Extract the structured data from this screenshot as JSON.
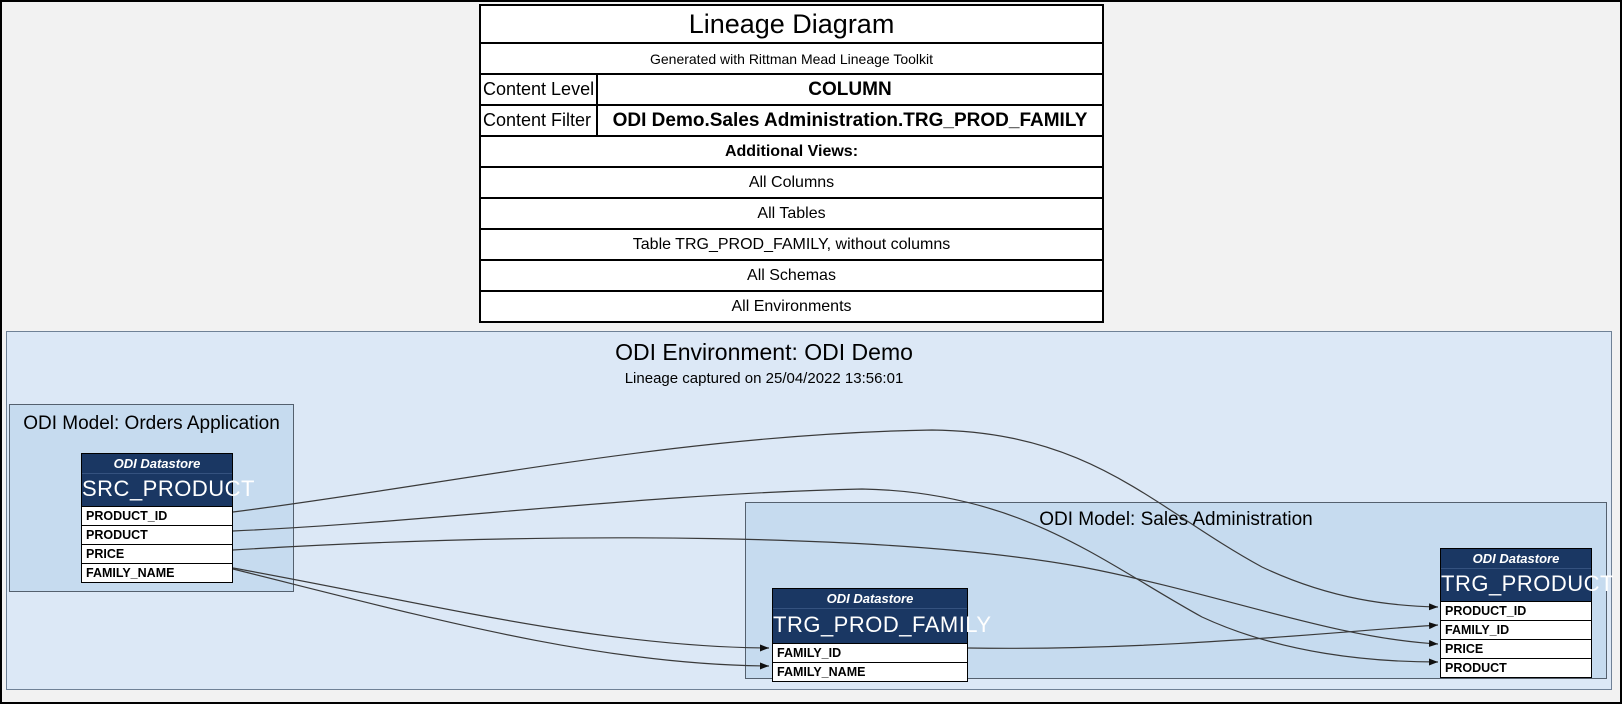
{
  "info_table": {
    "title": "Lineage Diagram",
    "subtitle": "Generated with Rittman Mead Lineage Toolkit",
    "content_level_label": "Content Level",
    "content_level_value": "COLUMN",
    "content_filter_label": "Content Filter",
    "content_filter_value": "ODI Demo.Sales Administration.TRG_PROD_FAMILY",
    "additional_views_label": "Additional Views:",
    "views": [
      "All Columns",
      "All Tables",
      "Table TRG_PROD_FAMILY, without columns",
      "All Schemas",
      "All Environments"
    ]
  },
  "environment": {
    "title": "ODI Environment: ODI Demo",
    "subtitle": "Lineage captured on 25/04/2022 13:56:01",
    "models": [
      {
        "title": "ODI Model: Orders Application",
        "datastores": [
          {
            "type_label": "ODI Datastore",
            "name": "SRC_PRODUCT",
            "columns": [
              "PRODUCT_ID",
              "PRODUCT",
              "PRICE",
              "FAMILY_NAME"
            ]
          }
        ]
      },
      {
        "title": "ODI Model: Sales Administration",
        "datastores": [
          {
            "type_label": "ODI Datastore",
            "name": "TRG_PROD_FAMILY",
            "columns": [
              "FAMILY_ID",
              "FAMILY_NAME"
            ]
          },
          {
            "type_label": "ODI Datastore",
            "name": "TRG_PRODUCT",
            "columns": [
              "PRODUCT_ID",
              "FAMILY_ID",
              "PRICE",
              "PRODUCT"
            ]
          }
        ]
      }
    ],
    "edges": [
      {
        "from": "SRC_PRODUCT.PRODUCT_ID",
        "to": "TRG_PRODUCT.PRODUCT_ID"
      },
      {
        "from": "SRC_PRODUCT.PRODUCT",
        "to": "TRG_PRODUCT.PRODUCT"
      },
      {
        "from": "SRC_PRODUCT.PRICE",
        "to": "TRG_PRODUCT.PRICE"
      },
      {
        "from": "SRC_PRODUCT.FAMILY_NAME",
        "to": "TRG_PROD_FAMILY.FAMILY_ID"
      },
      {
        "from": "SRC_PRODUCT.FAMILY_NAME",
        "to": "TRG_PROD_FAMILY.FAMILY_NAME"
      },
      {
        "from": "TRG_PROD_FAMILY.FAMILY_ID",
        "to": "TRG_PRODUCT.FAMILY_ID"
      }
    ]
  },
  "colors": {
    "datastore_header": "#1a3763",
    "environment_bg": "#dce8f6",
    "model_bg": "#c6dbef",
    "page_bg": "#f2f2f2",
    "edge": "#3a3a3a"
  }
}
